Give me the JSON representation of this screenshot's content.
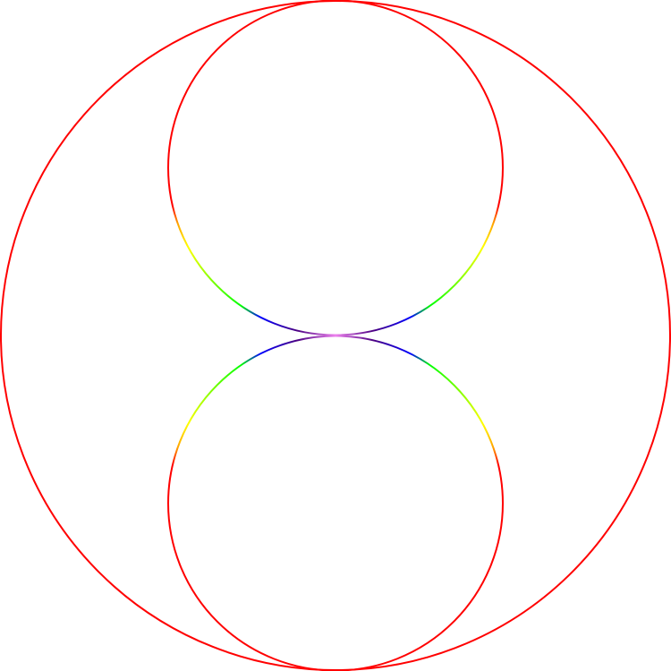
{
  "diagram": {
    "shapes": [
      {
        "id": "outer-circle",
        "kind": "circle",
        "stroke": "#ff0000"
      },
      {
        "id": "upper-inner-circle",
        "kind": "circle",
        "stroke": "rainbow-gradient"
      },
      {
        "id": "lower-inner-circle",
        "kind": "circle",
        "stroke": "rainbow-gradient"
      }
    ],
    "colors": {
      "outer": "#ff0000",
      "gradient": [
        "#ee82ee",
        "#4b0082",
        "#0000ff",
        "#00ff00",
        "#ffff00",
        "#ffa500",
        "#ff0000"
      ]
    }
  }
}
